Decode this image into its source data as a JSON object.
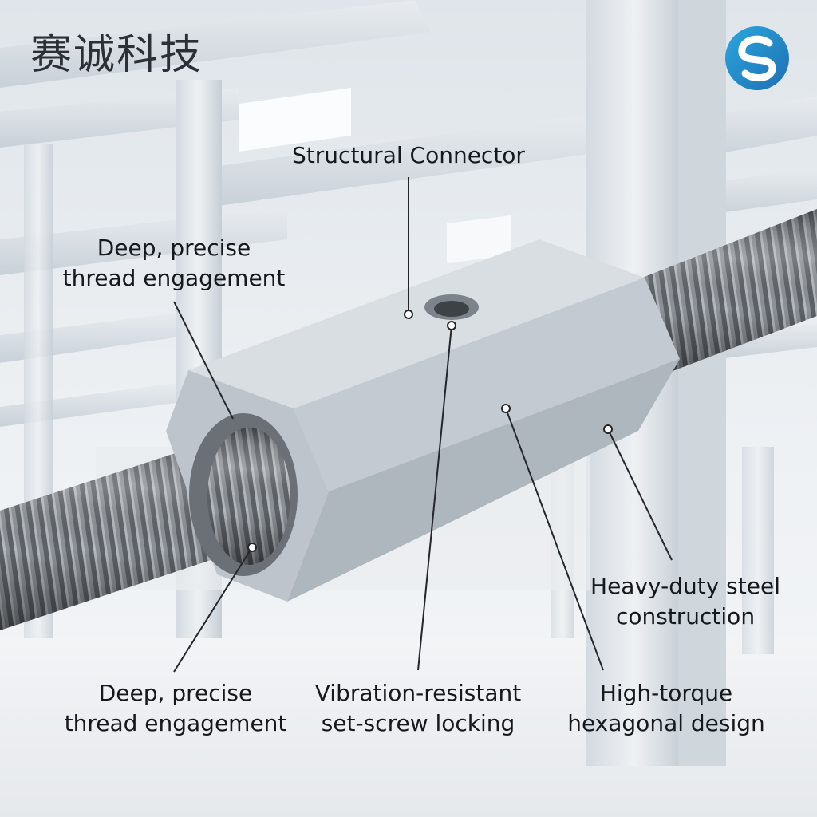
{
  "brand": {
    "name": "赛诚科技",
    "logo_icon": "s-swirl-logo-icon",
    "logo_colors": [
      "#1e6fb3",
      "#2ba7dd"
    ]
  },
  "callouts": {
    "structural_connector": "Structural Connector",
    "thread_top": [
      "Deep, precise",
      "thread engagement"
    ],
    "thread_bottom": [
      "Deep, precise",
      "thread engagement"
    ],
    "set_screw": [
      "Vibration-resistant",
      "set-screw locking"
    ],
    "hexagonal": [
      "High-torque",
      "hexagonal design"
    ],
    "steel": [
      "Heavy-duty steel",
      "construction"
    ]
  },
  "colors": {
    "label_text": "#15181c",
    "leader_line": "#23272c",
    "connector_steel": "#c4cbd2",
    "threaded_rod": "#8a8f95"
  }
}
